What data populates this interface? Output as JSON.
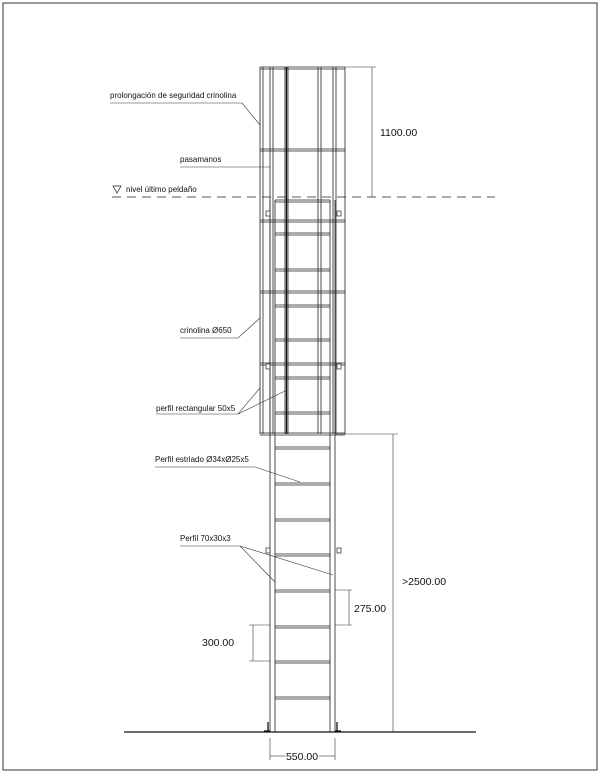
{
  "labels": {
    "crinoline_extension": "prolongación de seguridad crinolina",
    "handrail": "pasamanos",
    "top_rung_level": "nivel último peldaño",
    "crinoline": "crinolina Ø650",
    "rect_profile": "perfil rectangular 50x5",
    "rung_profile": "Perfil estriado Ø34xØ25x5",
    "rail_profile": "Perfil 70x30x3"
  },
  "dimensions": {
    "extension_height": "1100.00",
    "min_height": ">2500.00",
    "rung_spacing_a": "275.00",
    "rung_spacing_b": "300.00",
    "ladder_width": "550.00"
  }
}
